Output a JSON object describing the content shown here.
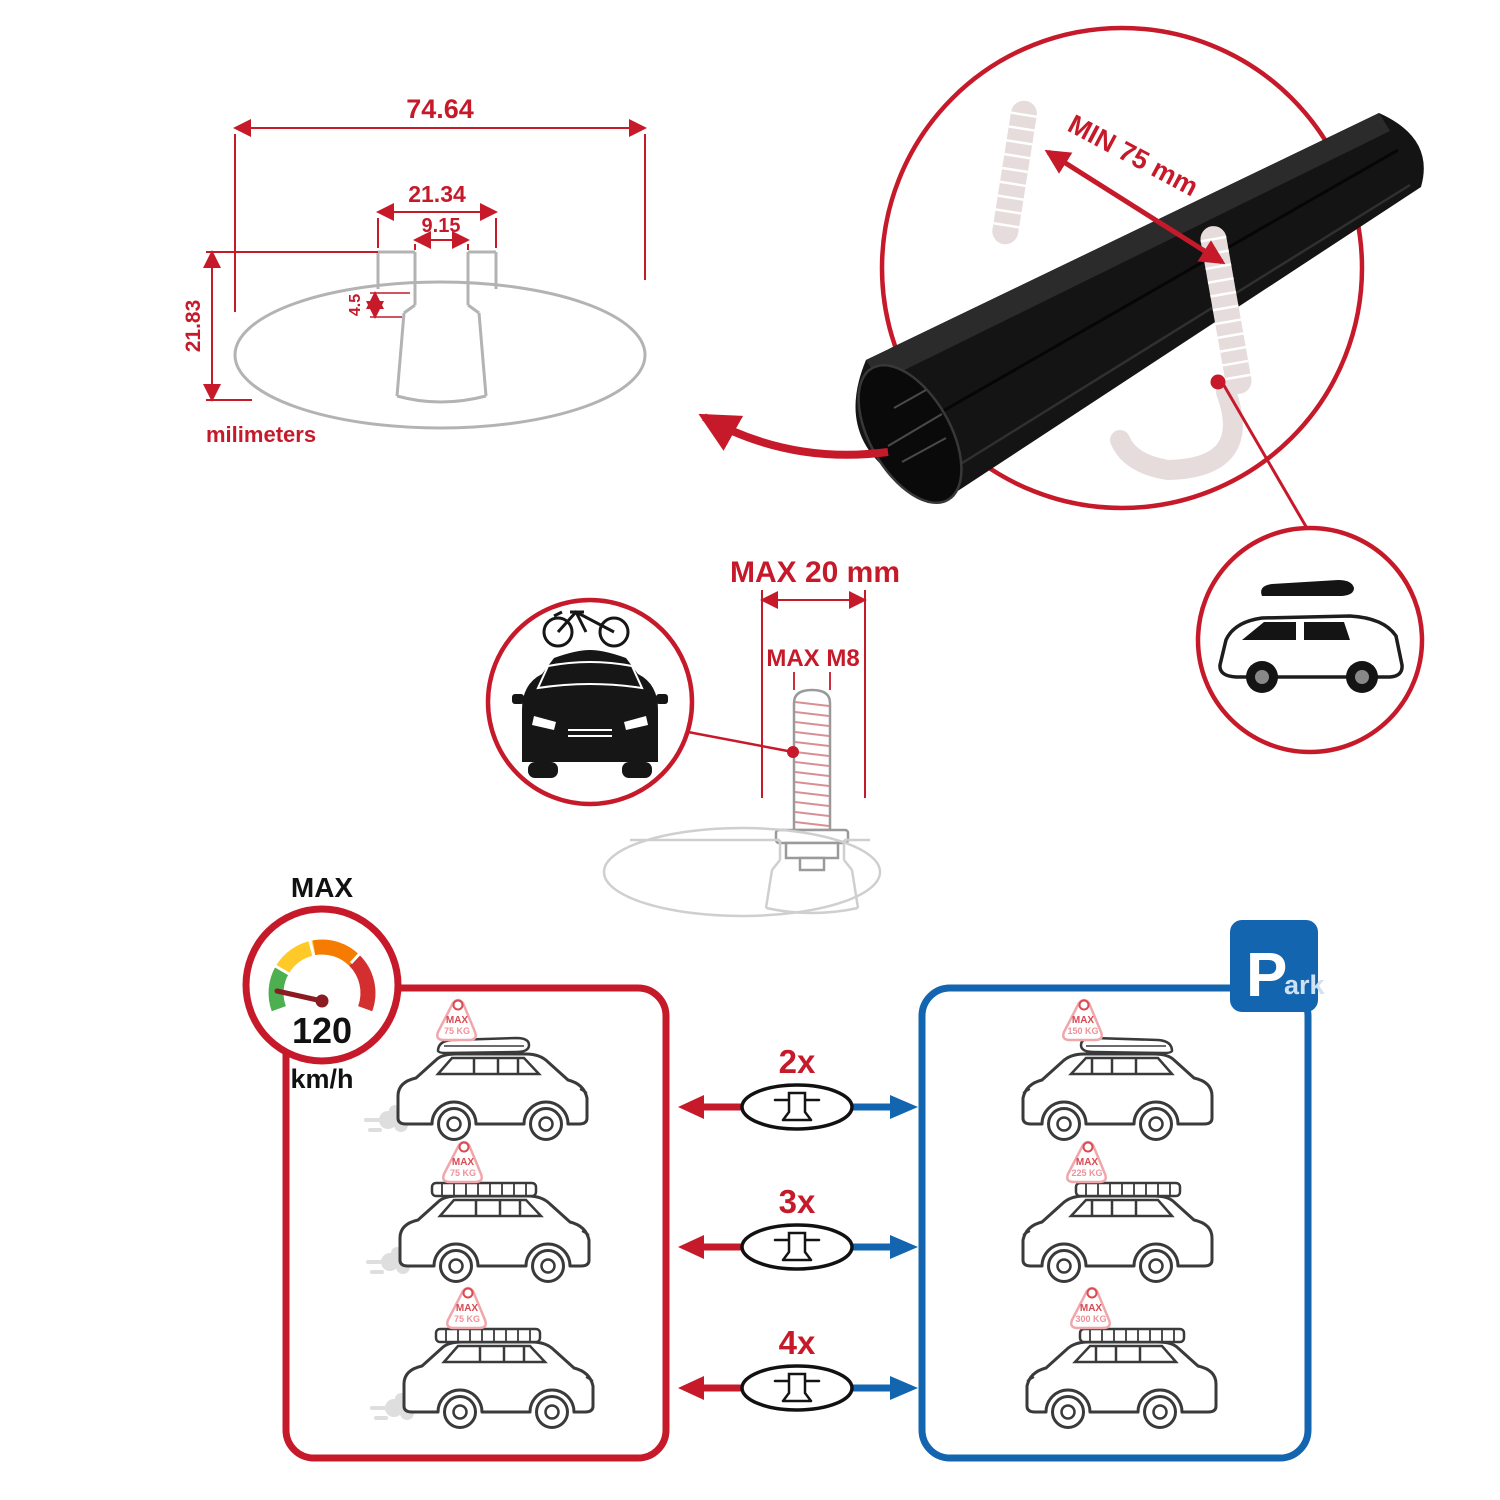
{
  "profile_dimensions": {
    "total_width": "74.64",
    "slot_outer_width": "21.34",
    "slot_inner_width": "9.15",
    "lip_depth": "4.5",
    "total_height": "21.83",
    "units_label": "milimeters"
  },
  "crossbar_detail": {
    "min_clamp_span": "MIN 75 mm"
  },
  "bolt_detail": {
    "max_width": "MAX 20 mm",
    "max_thread": "MAX M8"
  },
  "speed_gauge": {
    "label": "MAX",
    "value": "120",
    "units": "km/h"
  },
  "park_sign": {
    "letter": "P",
    "rest": "ark"
  },
  "comparison_rows": [
    {
      "multiplier": "2x",
      "driving": {
        "label": "MAX",
        "weight": "75 KG"
      },
      "parked": {
        "label": "MAX",
        "weight": "150 KG"
      }
    },
    {
      "multiplier": "3x",
      "driving": {
        "label": "MAX",
        "weight": "75 KG"
      },
      "parked": {
        "label": "MAX",
        "weight": "225 KG"
      }
    },
    {
      "multiplier": "4x",
      "driving": {
        "label": "MAX",
        "weight": "75 KG"
      },
      "parked": {
        "label": "MAX",
        "weight": "300 KG"
      }
    }
  ],
  "colors": {
    "red": "#c61a2b",
    "blue": "#1265ae",
    "bar_black": "#141414",
    "ghost_gray": "#e6dcdc",
    "tag_pink": "#f0a7ac"
  }
}
